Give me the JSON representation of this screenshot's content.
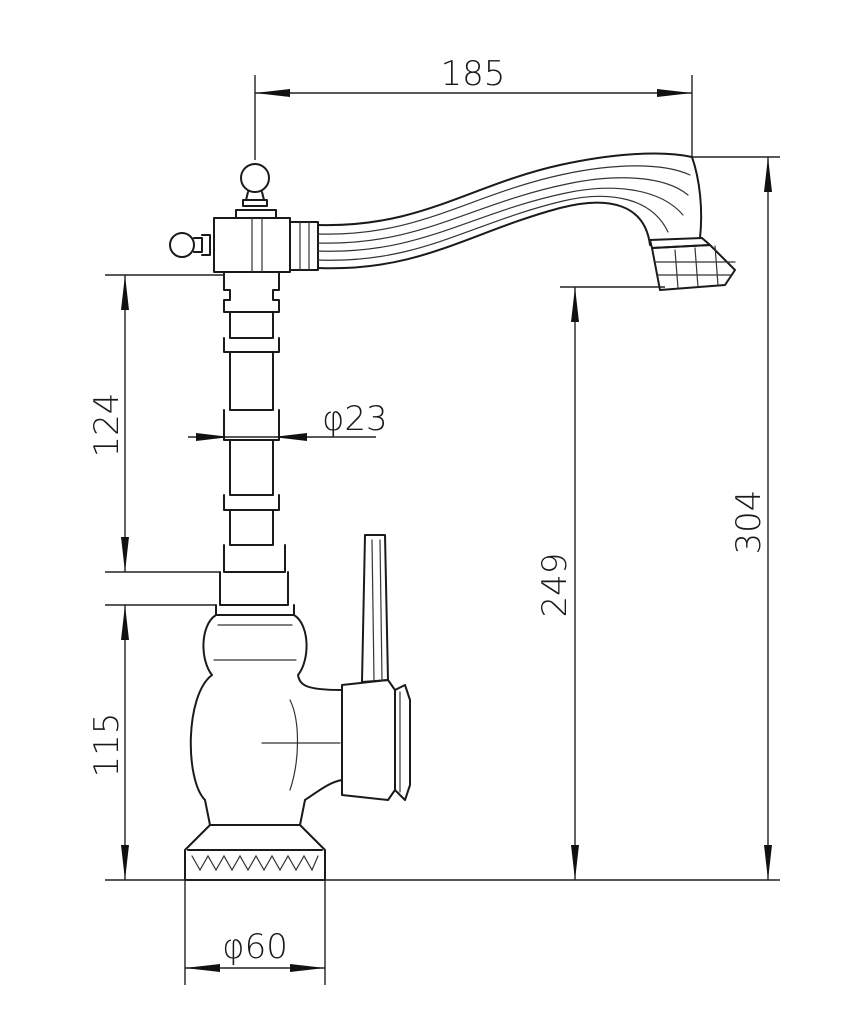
{
  "dimensions": {
    "spout_reach": "185",
    "upper_body_height": "124",
    "body_diameter": "φ23",
    "lower_body_height": "115",
    "spout_outlet_height": "249",
    "total_height": "304",
    "base_diameter": "φ60"
  },
  "colors": {
    "line": "#1a1a1a",
    "background": "#ffffff"
  }
}
